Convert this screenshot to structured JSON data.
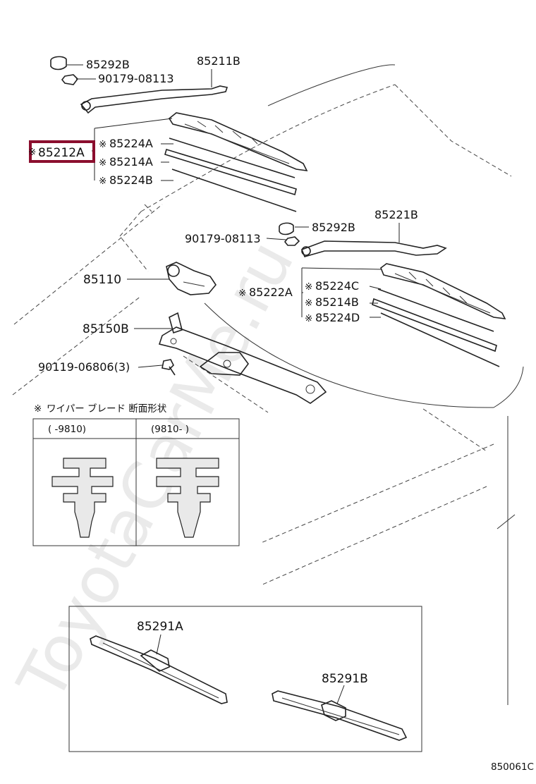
{
  "watermark": "ToyotaCarMe.ru",
  "diagram_code": "850061C",
  "highlight_color": "#8b0e2e",
  "parts": {
    "p85292B_top": "85292B",
    "p90179_top": "90179-08113",
    "p85211B": "85211B",
    "p85212A": "85212A",
    "p85224A": "85224A",
    "p85214A": "85214A",
    "p85224B": "85224B",
    "p85292B_mid": "85292B",
    "p85221B": "85221B",
    "p90179_mid": "90179-08113",
    "p85110": "85110",
    "p85222A": "85222A",
    "p85224C": "85224C",
    "p85214B": "85214B",
    "p85224D": "85224D",
    "p85150B": "85150B",
    "p90119": "90119-06806(3)",
    "p85291A": "85291A",
    "p85291B": "85291B"
  },
  "marks": {
    "asterisk": "※"
  },
  "cross_section": {
    "title": "ワイパー ブレード 断面形状",
    "col1": "(      -9810)",
    "col2": "(9810-       )"
  }
}
